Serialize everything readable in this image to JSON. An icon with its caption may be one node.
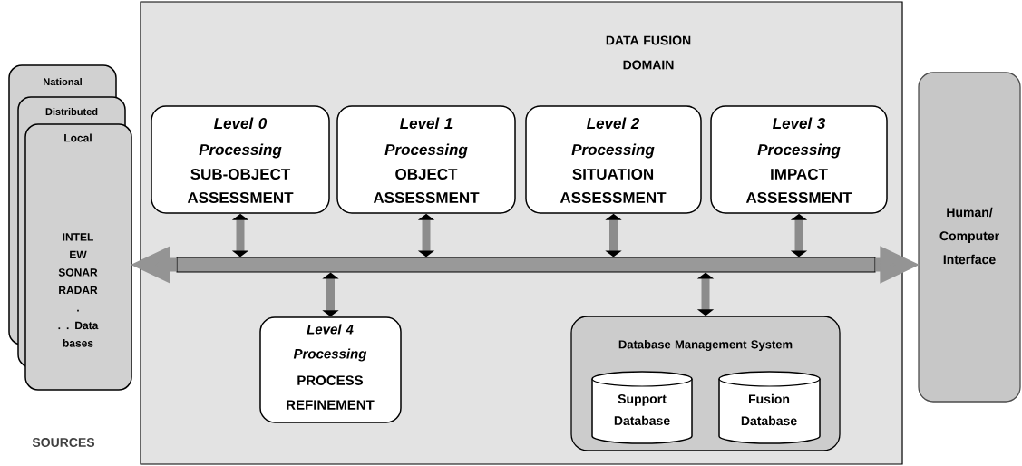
{
  "diagram": {
    "nodes": [
      {
        "text": [
          "DATA FUSION DOMAIN"
        ]
      },
      {
        "text": [
          "National"
        ]
      },
      {
        "text": [
          "Distributed"
        ]
      },
      {
        "text": [
          "Local",
          "INTEL EW SONAR RADAR . . . Data bases"
        ]
      },
      {
        "text": [
          "Level 0 Processing",
          "SUB-OBJECT ASSESSMENT"
        ],
        "in": 0
      },
      {
        "text": [
          "Level 1 Processing",
          "OBJECT ASSESSMENT"
        ],
        "in": 0
      },
      {
        "text": [
          "Level 2 Processing",
          "SITUATION ASSESSMENT"
        ],
        "in": 0
      },
      {
        "text": [
          "Level 3 Processing",
          "IMPACT ASSESSMENT"
        ],
        "in": 0
      },
      {
        "text": [],
        "shape": "bar",
        "in": 0
      },
      {
        "text": [
          "Level 4 Processing",
          "PROCESS REFINEMENT"
        ],
        "in": 0
      },
      {
        "text": [
          "Database Management System"
        ],
        "in": 0
      },
      {
        "text": [
          "Support Database"
        ],
        "in": 10
      },
      {
        "text": [
          "Fusion Database"
        ],
        "in": 10
      },
      {
        "text": [
          "Human/ Computer Interface"
        ]
      }
    ],
    "edges": [
      {
        "from": 8,
        "to": 3,
        "arrow": "to"
      },
      {
        "from": 8,
        "to": 13,
        "arrow": "to"
      },
      {
        "from": 4,
        "to": 8,
        "arrow": "both"
      },
      {
        "from": 5,
        "to": 8,
        "arrow": "both"
      },
      {
        "from": 6,
        "to": 8,
        "arrow": "both"
      },
      {
        "from": 7,
        "to": 8,
        "arrow": "both"
      },
      {
        "from": 9,
        "to": 8,
        "arrow": "both"
      },
      {
        "from": 10,
        "to": 8,
        "arrow": "both"
      }
    ],
    "labels": [
      "SOURCES"
    ]
  }
}
